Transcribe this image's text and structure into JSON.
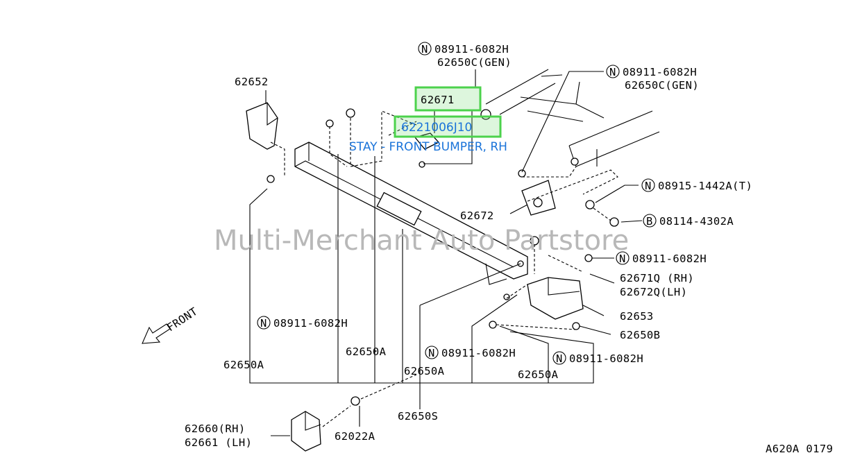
{
  "watermark": "Multi-Merchant Auto Partstore",
  "diagram_code": "A620A 0179",
  "direction_label": "FRONT",
  "highlight": {
    "part_number": "62671",
    "order_number": "6221006J10",
    "description": "STAY - FRONT BUMPER, RH",
    "color": "#4cd24c",
    "text_color": "#1a73d9"
  },
  "callouts": {
    "c1_code": "N",
    "c1_num": "08911-6082H",
    "c1_sub": "62650C(GEN)",
    "c2_code": "N",
    "c2_num": "08911-6082H",
    "c2_sub": "62650C(GEN)",
    "p62652": "62652",
    "p62672": "62672",
    "c3_code": "N",
    "c3_num": "08915-1442A(T)",
    "c4_code": "B",
    "c4_num": "08114-4302A",
    "c5_code": "N",
    "c5_num": "08911-6082H",
    "p62671q": "62671Q (RH)",
    "p62672q": "62672Q(LH)",
    "p62653": "62653",
    "p62650b": "62650B",
    "c6_code": "N",
    "c6_num": "08911-6082H",
    "c7_code": "N",
    "c7_num": "08911-6082H",
    "c8_code": "N",
    "c8_num": "08911-6082H",
    "p62650a_1": "62650A",
    "p62650a_2": "62650A",
    "p62650a_3": "62650A",
    "p62650a_4": "62650A",
    "p62650s": "62650S",
    "p62660": "62660(RH)",
    "p62661": "62661 (LH)",
    "p62022a": "62022A"
  }
}
